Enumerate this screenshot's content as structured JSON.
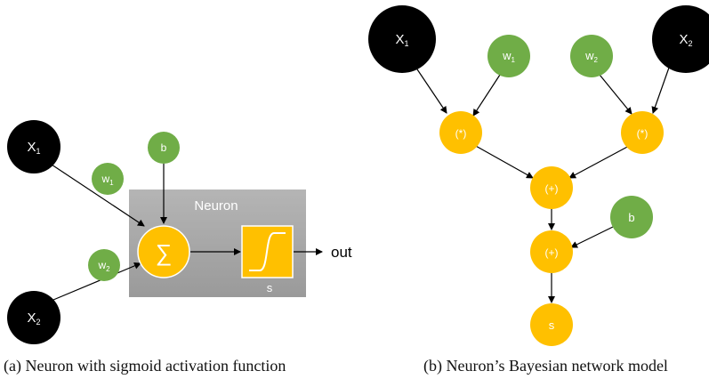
{
  "colors": {
    "input": "#000000",
    "weight": "#70ad47",
    "op": "#ffc000",
    "neuron_box": "#a6a6a6",
    "edge": "#000000"
  },
  "panel_a": {
    "caption": "(a) Neuron with sigmoid activation function",
    "x1": {
      "base": "X",
      "sub": "1"
    },
    "x2": {
      "base": "X",
      "sub": "2"
    },
    "w1": {
      "base": "w",
      "sub": "1"
    },
    "w2": {
      "base": "w",
      "sub": "2"
    },
    "b": "b",
    "neuron_label": "Neuron",
    "sum_symbol": "∑",
    "activation_label": "s",
    "output_label": "out"
  },
  "panel_b": {
    "caption": "(b) Neuron’s Bayesian network model",
    "x1": {
      "base": "X",
      "sub": "1"
    },
    "x2": {
      "base": "X",
      "sub": "2"
    },
    "w1": {
      "base": "w",
      "sub": "1"
    },
    "w2": {
      "base": "w",
      "sub": "2"
    },
    "mul1": "(*)",
    "mul2": "(*)",
    "add1": "(+)",
    "add2": "(+)",
    "b": "b",
    "s": "s"
  }
}
